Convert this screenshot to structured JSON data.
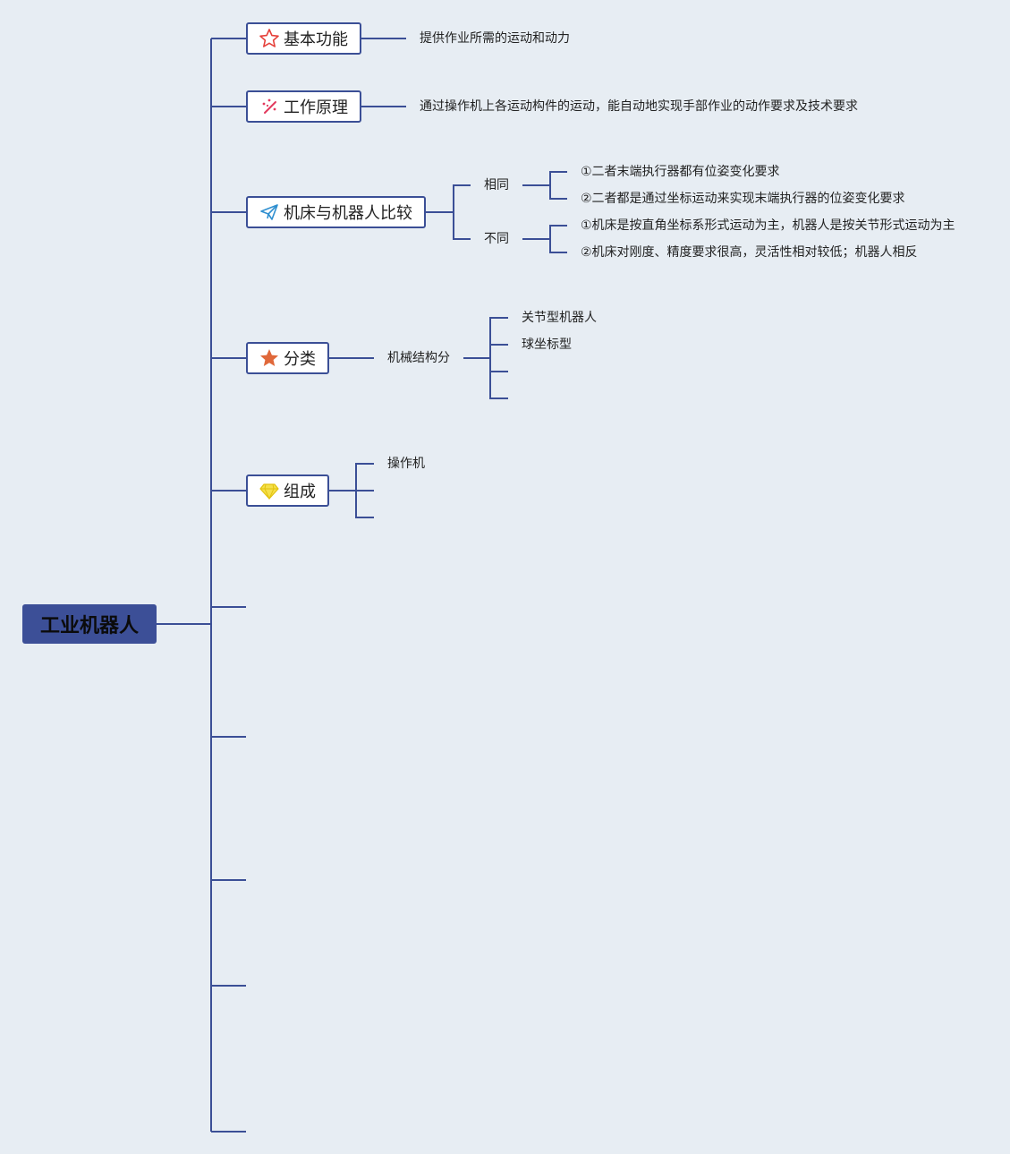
{
  "root": {
    "label": "工业机器人"
  },
  "branches": [
    {
      "label": "基本功能",
      "icon": "star-outline-icon",
      "detail": "提供作业所需的运动和动力"
    },
    {
      "label": "工作原理",
      "icon": "sparkle-icon",
      "detail": "通过操作机上各运动构件的运动，能自动地实现手部作业的动作要求及技术要求"
    },
    {
      "label": "机床与机器人比较",
      "icon": "paper-plane-icon",
      "groups": [
        {
          "label": "相同",
          "items": [
            "①二者末端执行器都有位姿变化要求",
            "②二者都是通过坐标运动来实现末端执行器的位姿变化要求"
          ]
        },
        {
          "label": "不同",
          "items": [
            "①机床是按直角坐标系形式运动为主，机器人是按关节形式运动为主",
            "②机床对刚度、精度要求很高，灵活性相对较低；机器人相反"
          ]
        }
      ]
    },
    {
      "label": "分类",
      "icon": "star-filled-icon",
      "sub": {
        "label": "机械结构分",
        "items": [
          "关节型机器人",
          "球坐标型",
          "",
          ""
        ]
      }
    },
    {
      "label": "组成",
      "icon": "diamond-icon",
      "items": [
        "操作机",
        "",
        ""
      ]
    }
  ],
  "colors": {
    "background": "#e7edf3",
    "line": "#3b4f96",
    "root_fill": "#3c4f97",
    "star_outline": "#e5403a",
    "star_filled": "#e0683a",
    "sparkle": "#e23a5e",
    "plane": "#2f8fd0",
    "diamond": "#f2d51a"
  }
}
